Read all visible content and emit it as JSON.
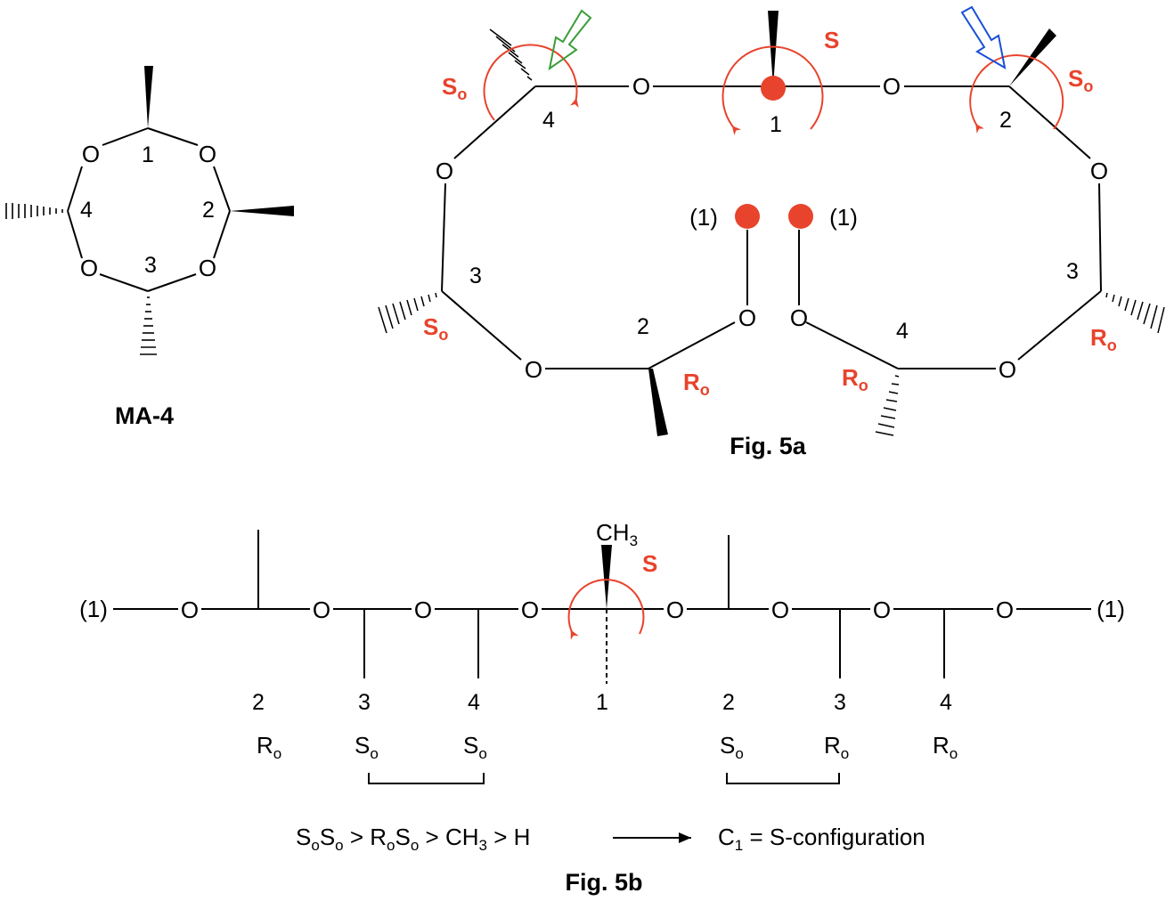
{
  "ma4": {
    "label": "MA-4",
    "oxygen": "O",
    "positions": [
      "1",
      "2",
      "3",
      "4"
    ]
  },
  "fig5a": {
    "caption": "Fig. 5a",
    "oxygen": "O",
    "center_config": "S",
    "center_position": "1",
    "positions": [
      "4",
      "2",
      "3",
      "2",
      "4",
      "3"
    ],
    "ring_end_label": "(1)",
    "descriptors": {
      "c4_top": {
        "main": "S",
        "sub": "o"
      },
      "c2_top": {
        "main": "S",
        "sub": "o"
      },
      "c3_left": {
        "main": "S",
        "sub": "o"
      },
      "c2_bottom": {
        "main": "R",
        "sub": "o"
      },
      "c4_bottom": {
        "main": "R",
        "sub": "o"
      },
      "c3_right": {
        "main": "R",
        "sub": "o"
      }
    },
    "arrow_colors": {
      "green": "#3a9d3a",
      "blue": "#1a4fd6",
      "red": "#e8432c"
    }
  },
  "fig5b": {
    "caption": "Fig. 5b",
    "oxygen": "O",
    "end_label": "(1)",
    "methyl": {
      "main": "CH",
      "sub": "3"
    },
    "center_config": "S",
    "positions": [
      "2",
      "3",
      "4",
      "1",
      "2",
      "3",
      "4"
    ],
    "descriptors": [
      {
        "main": "R",
        "sub": "o"
      },
      {
        "main": "S",
        "sub": "o"
      },
      {
        "main": "S",
        "sub": "o"
      },
      {
        "main": "S",
        "sub": "o"
      },
      {
        "main": "R",
        "sub": "o"
      },
      {
        "main": "R",
        "sub": "o"
      }
    ],
    "priority": {
      "t1": "S",
      "t1s": "o",
      "t2": "S",
      "t2s": "o",
      "gt1": " > ",
      "t3": "R",
      "t3s": "o",
      "t4": "S",
      "t4s": "o",
      "gt2": " > CH",
      "t5s": "3",
      "gt3": " > H"
    },
    "conclusion": {
      "pre": "C",
      "sub": "1",
      "post": " = S-configuration"
    }
  }
}
